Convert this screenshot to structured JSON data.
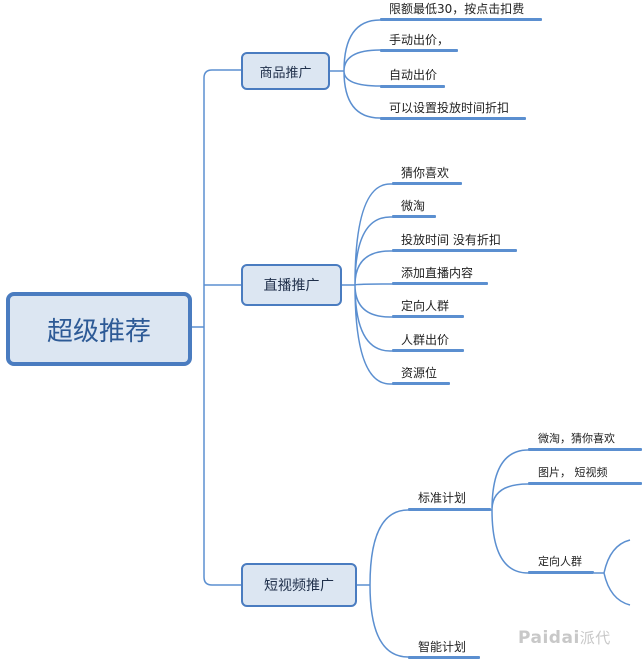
{
  "root": {
    "label": "超级推荐"
  },
  "branches": [
    {
      "label": "商品推广",
      "children": [
        "限额最低30，按点击扣费",
        "手动出价，",
        "自动出价",
        "可以设置投放时间折扣"
      ]
    },
    {
      "label": "直播推广",
      "children": [
        "猜你喜欢",
        "微淘",
        "投放时间 没有折扣",
        "添加直播内容",
        "定向人群",
        "人群出价",
        "资源位"
      ]
    },
    {
      "label": "短视频推广",
      "children": [
        {
          "label": "标准计划",
          "children": [
            "微淘，猜你喜欢",
            "图片， 短视频",
            "定向人群"
          ]
        },
        {
          "label": "智能计划"
        }
      ]
    }
  ],
  "watermark": {
    "latin": "Paidai",
    "cn": "派代"
  },
  "colors": {
    "line": "#5b8fd0",
    "node_fill": "#dce6f2",
    "node_border": "#4a7cc0",
    "root_text": "#2d5a96"
  }
}
